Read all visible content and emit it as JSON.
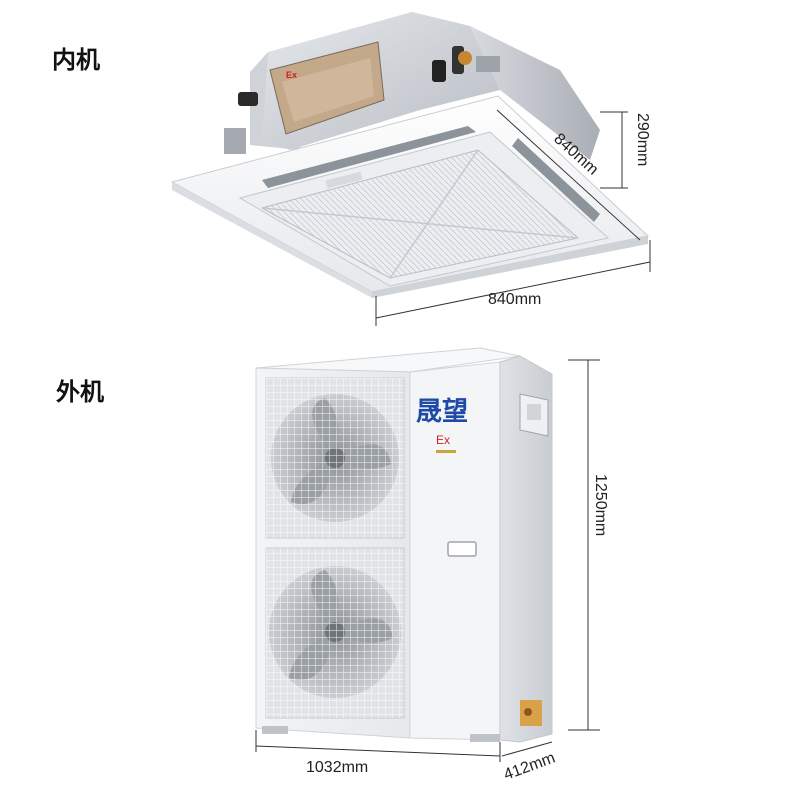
{
  "indoor_label": "内机",
  "outdoor_label": "外机",
  "indoor": {
    "ex_mark": "Ex",
    "dim_depth": "840mm",
    "dim_height": "290mm",
    "dim_width": "840mm"
  },
  "outdoor": {
    "brand": "晟望",
    "ex_mark": "Ex",
    "dim_height": "1250mm",
    "dim_width": "1032mm",
    "dim_depth": "412mm"
  },
  "colors": {
    "brand_blue": "#1f4aa8",
    "ex_red": "#d22020",
    "panel_white": "#f6f7f9",
    "metal_gray": "#c9ccd1"
  }
}
